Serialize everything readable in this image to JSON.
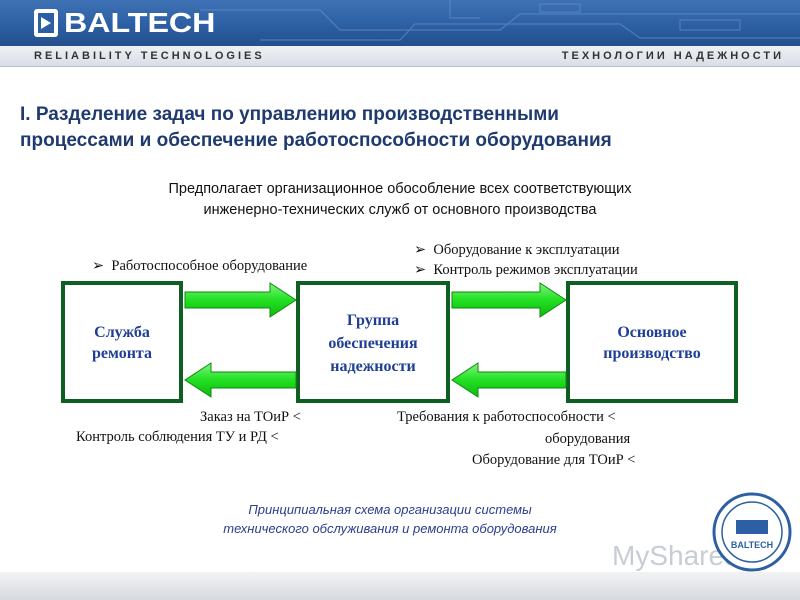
{
  "header": {
    "brand": "BALTECH",
    "tagline_left": "RELIABILITY TECHNOLOGIES",
    "tagline_right": "ТЕХНОЛОГИИ НАДЕЖНОСТИ"
  },
  "heading": {
    "line1": "I. Разделение задач по управлению производственными",
    "line2": "процессами и обеспечение работоспособности оборудования"
  },
  "subtitle": {
    "line1": "Предполагает организационное обособление всех соответствующих",
    "line2": "инженерно-технических служб от основного производства"
  },
  "boxes": {
    "left": [
      "Служба",
      "ремонта"
    ],
    "middle": [
      "Группа",
      "обеспечения",
      "надежности"
    ],
    "right": [
      "Основное",
      "производство"
    ]
  },
  "flows": {
    "top_left": [
      "Работоспособное оборудование"
    ],
    "top_right": [
      "Оборудование к эксплуатации",
      "Контроль режимов эксплуатации"
    ],
    "bottom_left": [
      "Заказ на ТОиР",
      "Контроль соблюдения ТУ и РД"
    ],
    "bottom_right": [
      "Требования к работоспособности",
      "оборудования",
      "Оборудование для ТОиР"
    ]
  },
  "caption": {
    "line1": "Принципиальная схема организации системы",
    "line2": "технического обслуживания и ремонта оборудования"
  },
  "watermark": "MyShared",
  "seal_brand": "BALTECH",
  "colors": {
    "header_blue": "#2c5fa3",
    "box_border": "#0f5e22",
    "box_text": "#1e3f95",
    "arrow_green": "#2ee62e",
    "heading_blue": "#1f3a6e"
  }
}
